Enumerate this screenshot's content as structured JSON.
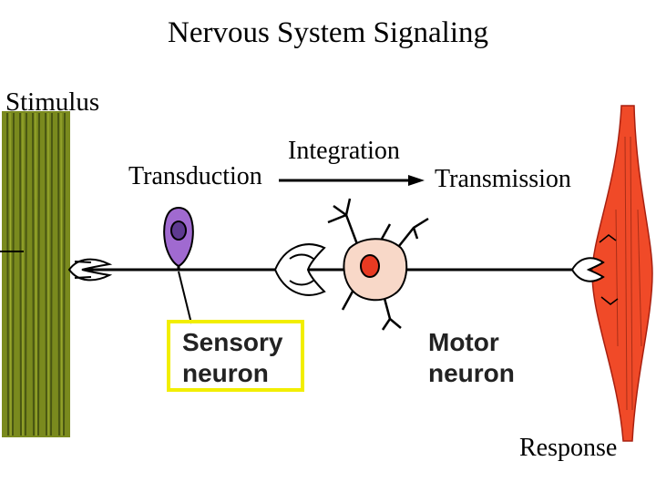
{
  "title": "Nervous System Signaling",
  "labels": {
    "stimulus": "Stimulus",
    "transduction": "Transduction",
    "integration": "Integration",
    "transmission": "Transmission",
    "response": "Response"
  },
  "neurons": {
    "sensory_line1": "Sensory",
    "sensory_line2": "neuron",
    "motor_line1": "Motor",
    "motor_line2": "neuron"
  },
  "colors": {
    "tissue": "#7a8a1e",
    "tissue_dark": "#3d4a10",
    "muscle": "#f04a28",
    "sensory_cell": "#a06ad0",
    "motor_cell": "#f8d8c8",
    "motor_nucleus": "#e83a22",
    "highlight_box": "#f2ee00"
  }
}
